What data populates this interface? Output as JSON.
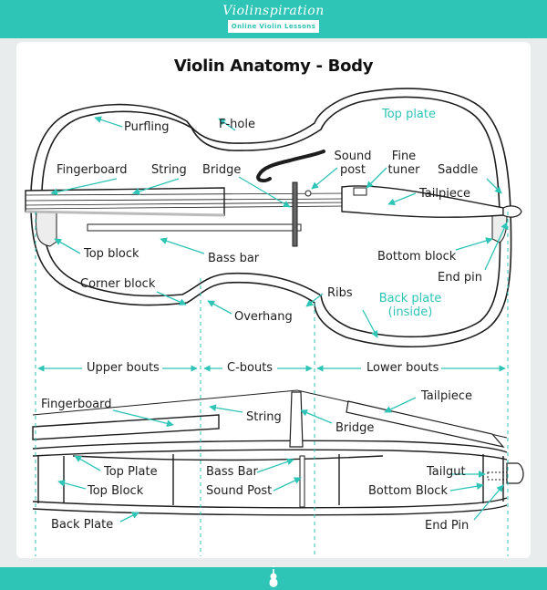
{
  "brand": {
    "name": "Violinspiration",
    "tagline": "Online Violin Lessons"
  },
  "title": "Violin Anatomy - Body",
  "colors": {
    "teal": "#2ec4b6",
    "outline": "#1d1d1d",
    "background": "#e9ecec"
  },
  "top_view_labels": {
    "purfling": "Purfling",
    "f_hole": "F-hole",
    "top_plate": "Top plate",
    "sound_post": "Sound\npost",
    "fine_tuner": "Fine\ntuner",
    "fingerboard": "Fingerboard",
    "string": "String",
    "bridge": "Bridge",
    "saddle": "Saddle",
    "tailpiece": "Tailpiece",
    "top_block": "Top block",
    "bass_bar": "Bass bar",
    "bottom_block": "Bottom block",
    "end_pin": "End pin",
    "corner_block": "Corner block",
    "ribs": "Ribs",
    "back_plate_inside": "Back plate\n(inside)",
    "overhang": "Overhang"
  },
  "bouts": {
    "upper": "Upper bouts",
    "c": "C-bouts",
    "lower": "Lower bouts"
  },
  "side_view_labels": {
    "fingerboard": "Fingerboard",
    "string": "String",
    "bridge": "Bridge",
    "tailpiece": "Tailpiece",
    "top_plate": "Top Plate",
    "top_block": "Top Block",
    "bass_bar": "Bass Bar",
    "sound_post": "Sound Post",
    "tailgut": "Tailgut",
    "bottom_block": "Bottom Block",
    "back_plate": "Back Plate",
    "end_pin": "End Pin"
  }
}
